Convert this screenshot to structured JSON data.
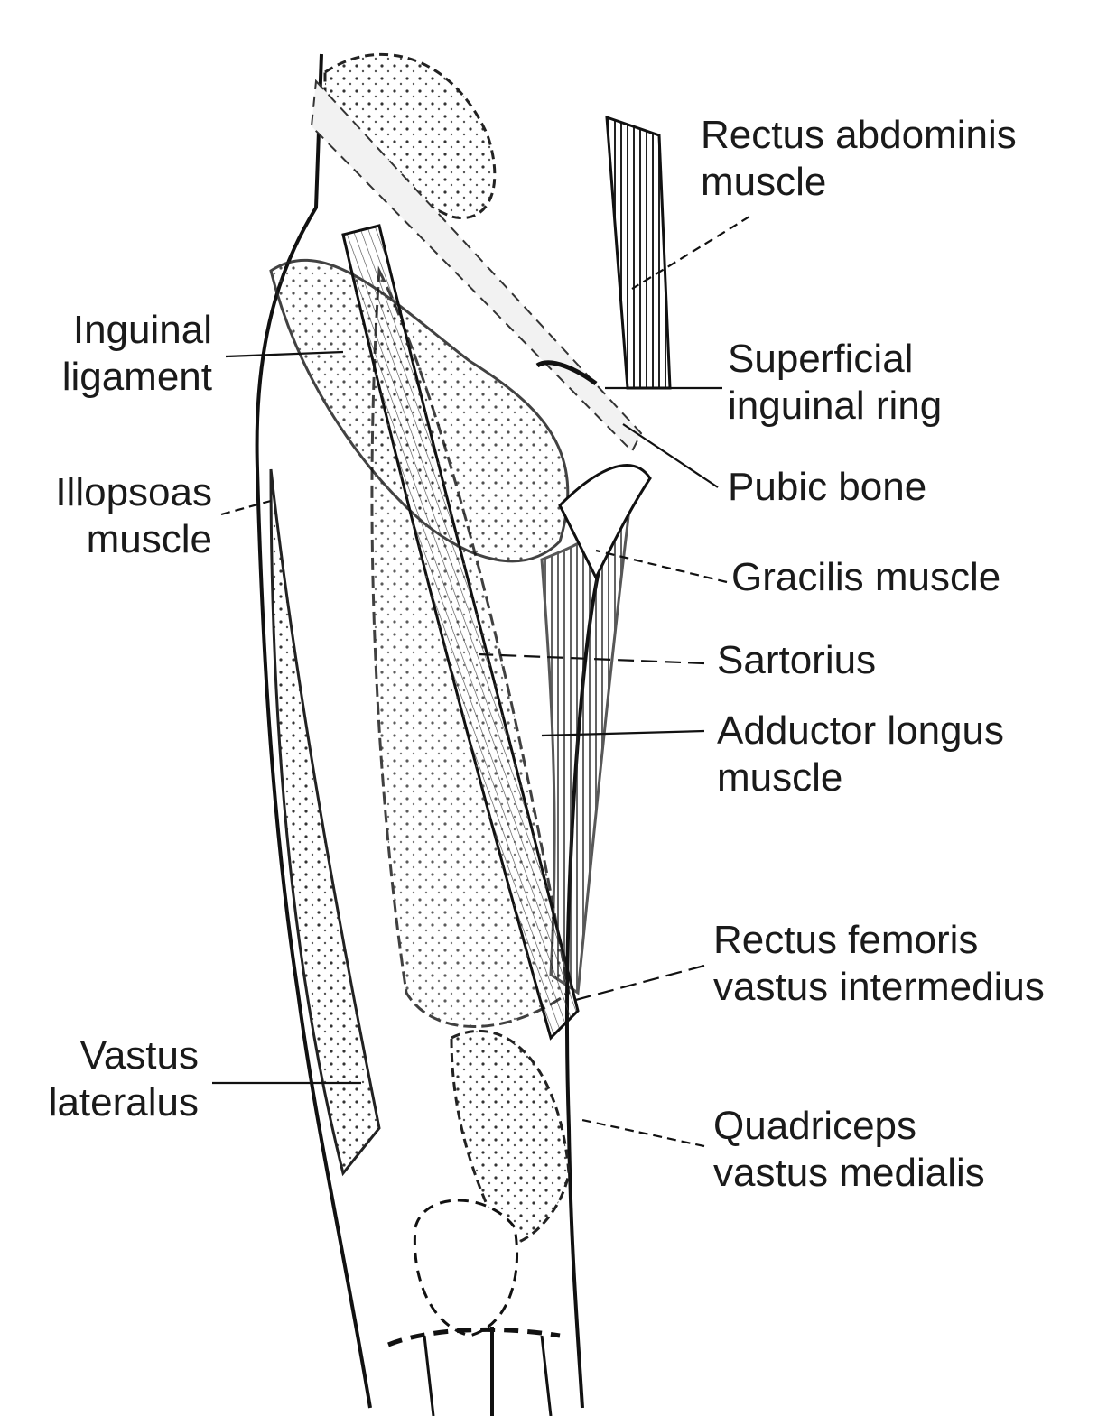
{
  "labels": {
    "rectus_abdominis": [
      "Rectus abdominis",
      "muscle"
    ],
    "inguinal_ligament": [
      "Inguinal",
      "ligament"
    ],
    "superficial_inguinal_ring": [
      "Superficial",
      "inguinal ring"
    ],
    "iliopsoas": [
      "Illopsoas",
      "muscle"
    ],
    "pubic_bone": [
      "Pubic bone"
    ],
    "gracilis": [
      "Gracilis muscle"
    ],
    "sartorius": [
      "Sartorius"
    ],
    "adductor_longus": [
      "Adductor longus",
      "muscle"
    ],
    "rectus_femoris": [
      "Rectus femoris",
      "vastus intermedius"
    ],
    "vastus_lateralus": [
      "Vastus",
      "lateralus"
    ],
    "quadriceps": [
      "Quadriceps",
      "vastus medialis"
    ]
  }
}
